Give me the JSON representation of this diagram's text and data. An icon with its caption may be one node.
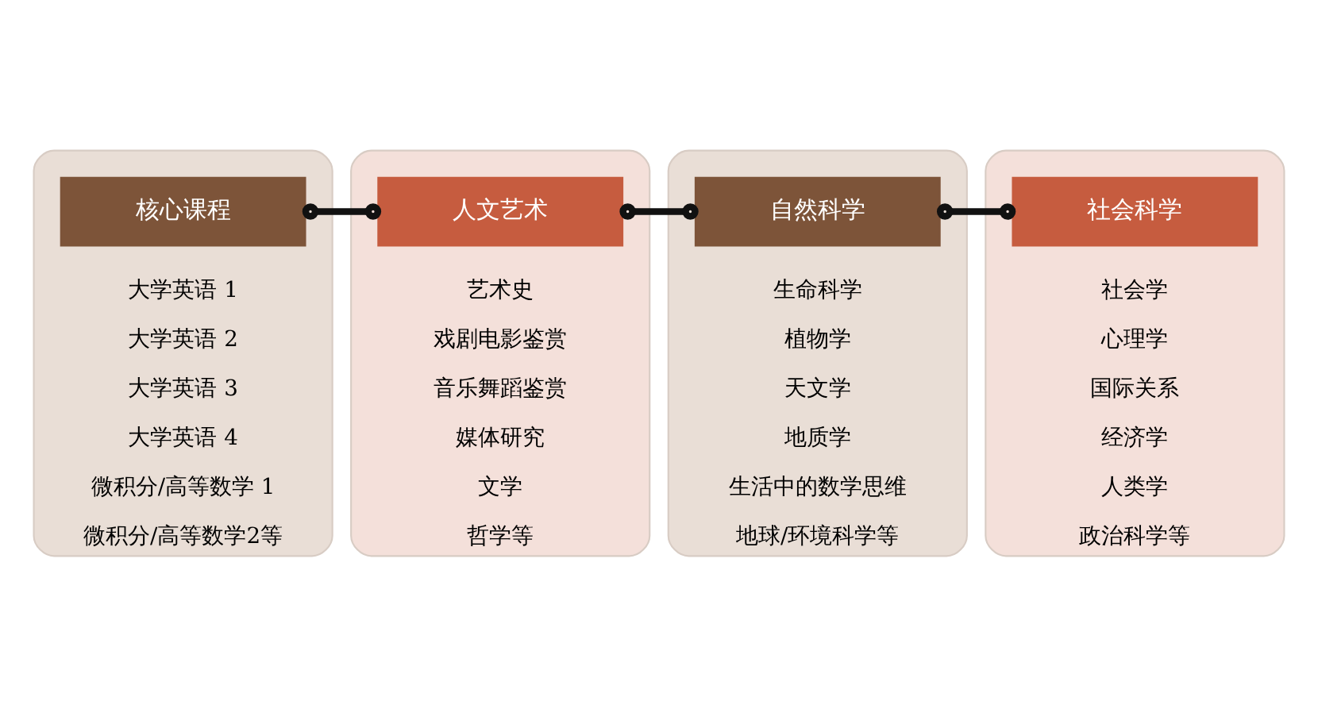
{
  "diagram": {
    "nodes": [
      {
        "text": [
          "大学英语 1",
          "大学英语 2",
          "大学英语 3",
          "大学英语 4",
          "微积分/高等数学 1",
          "微积分/高等数学2等"
        ]
      },
      {
        "text": [
          "核心课程"
        ],
        "in": 0
      },
      {
        "text": [
          "艺术史",
          "戏剧电影鉴赏",
          "音乐舞蹈鉴赏",
          "媒体研究",
          "文学",
          "哲学等"
        ]
      },
      {
        "text": [
          "人文艺术"
        ],
        "in": 2
      },
      {
        "text": [
          "生命科学",
          "植物学",
          "天文学",
          "地质学",
          "生活中的数学思维",
          "地球/环境科学等"
        ]
      },
      {
        "text": [
          "自然科学"
        ],
        "in": 4
      },
      {
        "text": [
          "社会学",
          "心理学",
          "国际关系",
          "经济学",
          "人类学",
          "政治科学等"
        ]
      },
      {
        "text": [
          "社会科学"
        ],
        "in": 6
      }
    ],
    "edges": [
      {
        "from": 1,
        "to": 3,
        "arrow": "other"
      },
      {
        "from": 3,
        "to": 5,
        "arrow": "other"
      },
      {
        "from": 5,
        "to": 7,
        "arrow": "other"
      }
    ]
  }
}
